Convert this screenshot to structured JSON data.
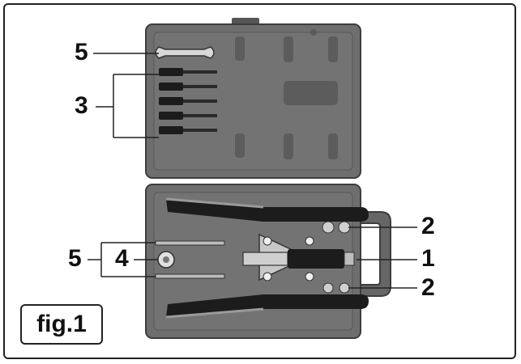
{
  "figure": {
    "label": "fig.1",
    "callouts": {
      "wrench": "5",
      "mandrels": "3",
      "nuts_top": "2",
      "rivet_tool": "1",
      "nuts_bottom": "2",
      "adapter": "4",
      "spanners": "5"
    }
  },
  "colors": {
    "case_gray": "#6e6e6e",
    "case_dark": "#3d3d3d",
    "tool_black": "#1c1c1c",
    "metal": "#c8c8c8"
  }
}
